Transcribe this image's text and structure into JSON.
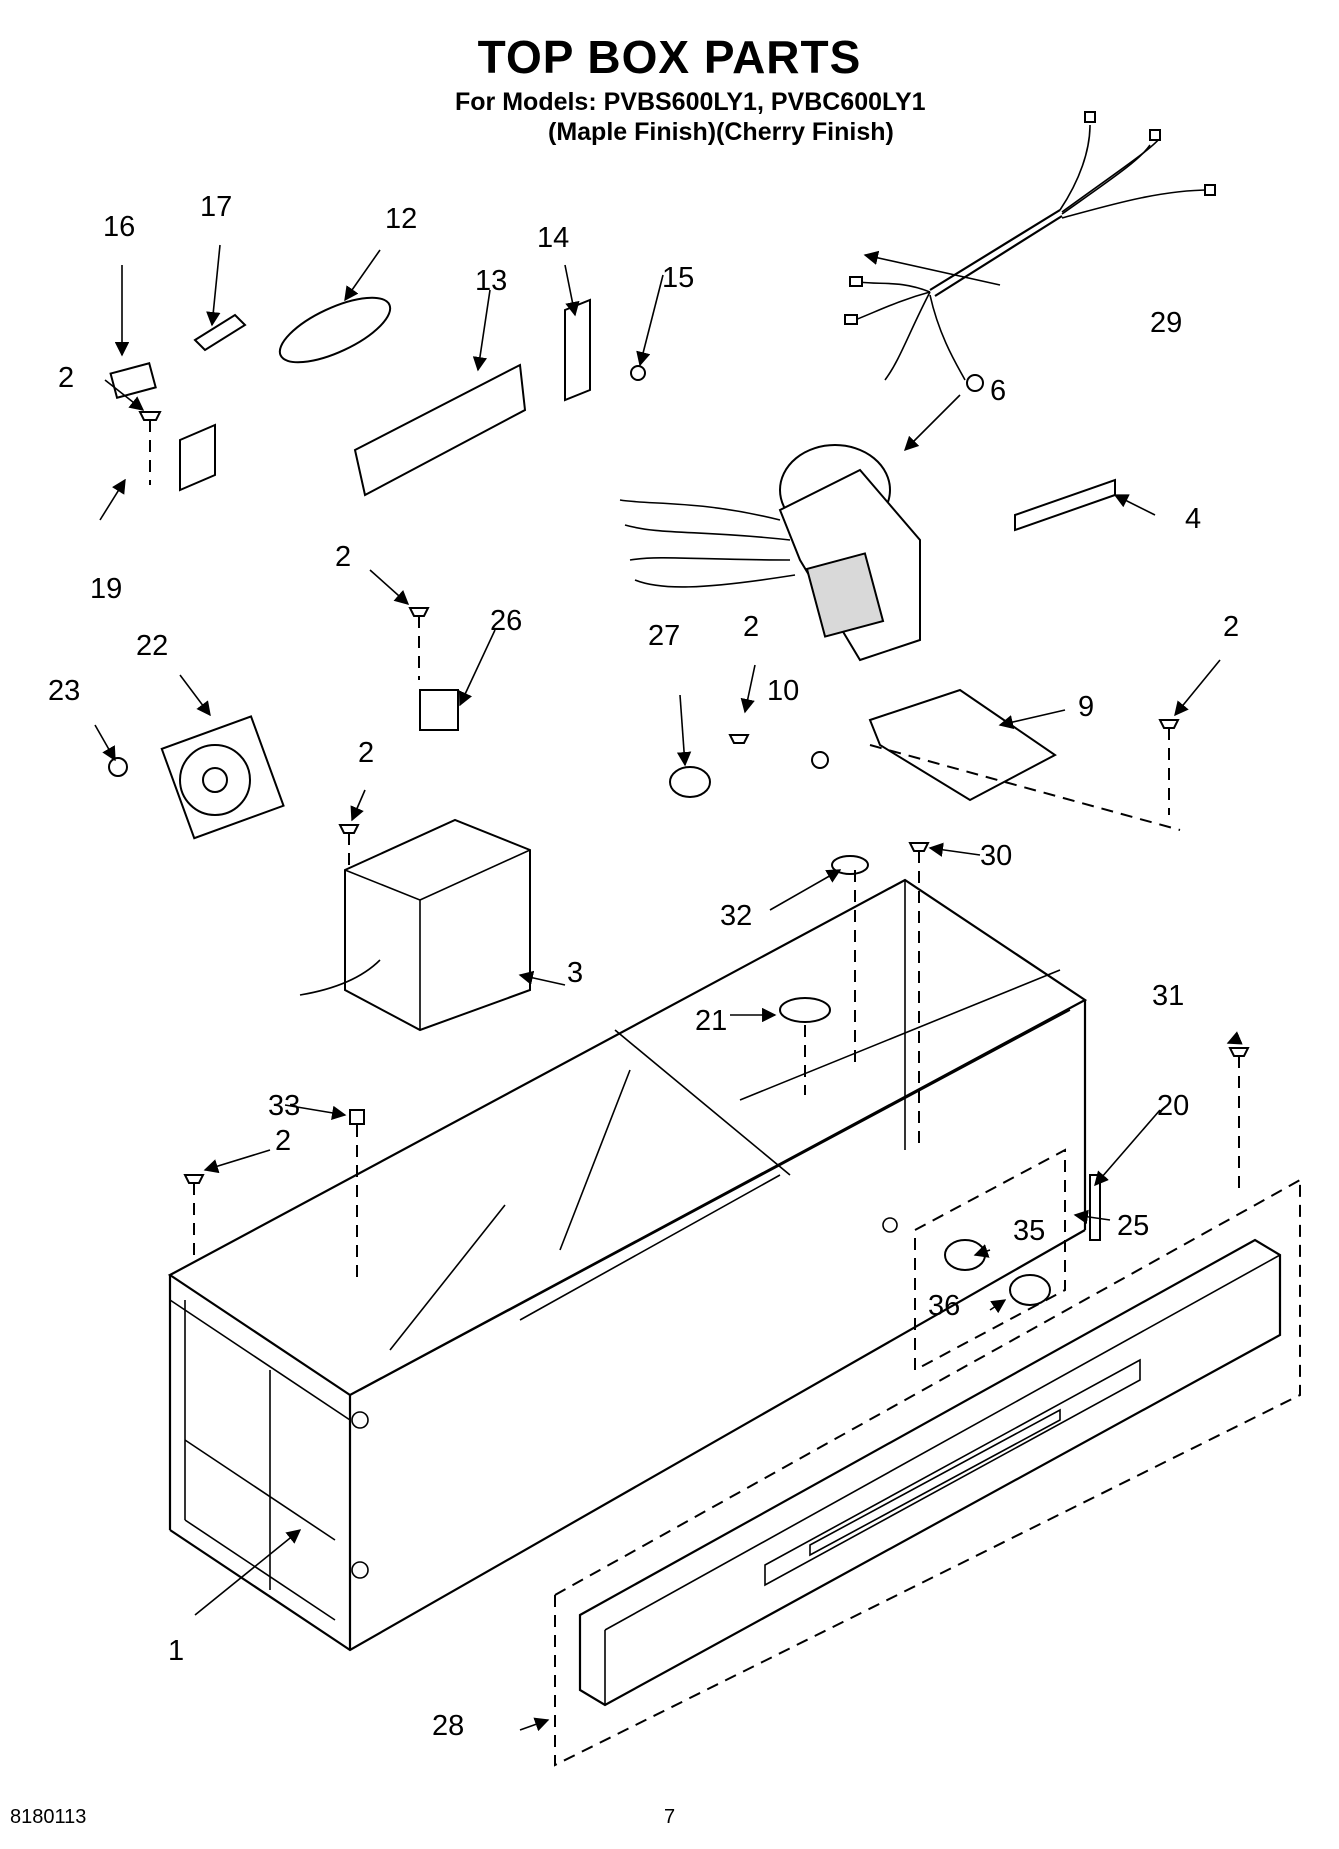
{
  "page": {
    "title": "TOP BOX PARTS",
    "models_line": "For Models: PVBS600LY1, PVBC600LY1",
    "finish_line": "(Maple Finish)(Cherry Finish)",
    "doc_number": "8180113",
    "page_number": "7"
  },
  "callouts": {
    "c1": "1",
    "c2a": "2",
    "c2b": "2",
    "c2c": "2",
    "c2d": "2",
    "c2e": "2",
    "c2f": "2",
    "c3": "3",
    "c4": "4",
    "c6": "6",
    "c9": "9",
    "c10": "10",
    "c12": "12",
    "c13": "13",
    "c14": "14",
    "c15": "15",
    "c16": "16",
    "c17": "17",
    "c19": "19",
    "c20": "20",
    "c21": "21",
    "c22": "22",
    "c23": "23",
    "c25": "25",
    "c26": "26",
    "c27": "27",
    "c28": "28",
    "c29": "29",
    "c30": "30",
    "c31": "31",
    "c32": "32",
    "c33": "33",
    "c35": "35",
    "c36": "36"
  }
}
